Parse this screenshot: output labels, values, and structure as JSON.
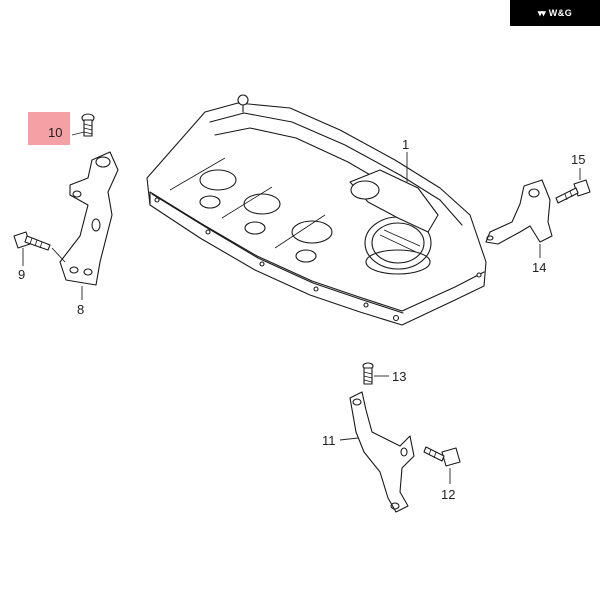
{
  "brand": {
    "text": "W&G",
    "logo_glyph": "▾▾",
    "bg_color": "#000000"
  },
  "highlight_color": "#f4a0a4",
  "callouts": [
    {
      "id": "1",
      "label": "1"
    },
    {
      "id": "8",
      "label": "8"
    },
    {
      "id": "9",
      "label": "9"
    },
    {
      "id": "10",
      "label": "10"
    },
    {
      "id": "11",
      "label": "11"
    },
    {
      "id": "12",
      "label": "12"
    },
    {
      "id": "13",
      "label": "13"
    },
    {
      "id": "14",
      "label": "14"
    },
    {
      "id": "15",
      "label": "15"
    }
  ],
  "highlighted_callout": "10"
}
